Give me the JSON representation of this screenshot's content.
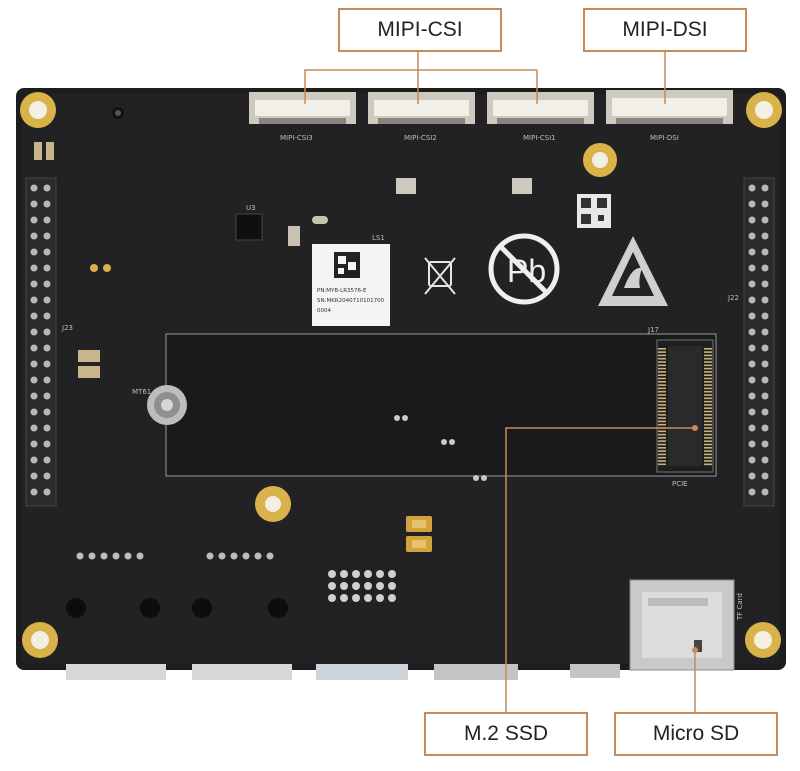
{
  "callouts": {
    "mipi_csi": "MIPI-CSI",
    "mipi_dsi": "MIPI-DSI",
    "m2_ssd": "M.2 SSD",
    "micro_sd": "Micro SD"
  },
  "board": {
    "label_pn": "PN:MYB-LR3576-E",
    "label_sn": "SN:MKR2040710101700",
    "label_no": "0004",
    "silk_csi3": "MIPI-CSI3",
    "silk_csi2": "MIPI-CSI2",
    "silk_csi1": "MIPI-CSI1",
    "silk_dsi": "MIPI-DSI",
    "silk_pcie": "PCIE",
    "silk_j17": "J17",
    "silk_tf": "TF Card",
    "silk_ls1": "LS1",
    "silk_mt61": "MT61",
    "silk_u3": "U3",
    "silk_j23": "J23",
    "silk_j22": "J22"
  },
  "colors": {
    "accent": "#c58b5a",
    "pcb": "#1d1d1f",
    "gold": "#d9b34a"
  }
}
